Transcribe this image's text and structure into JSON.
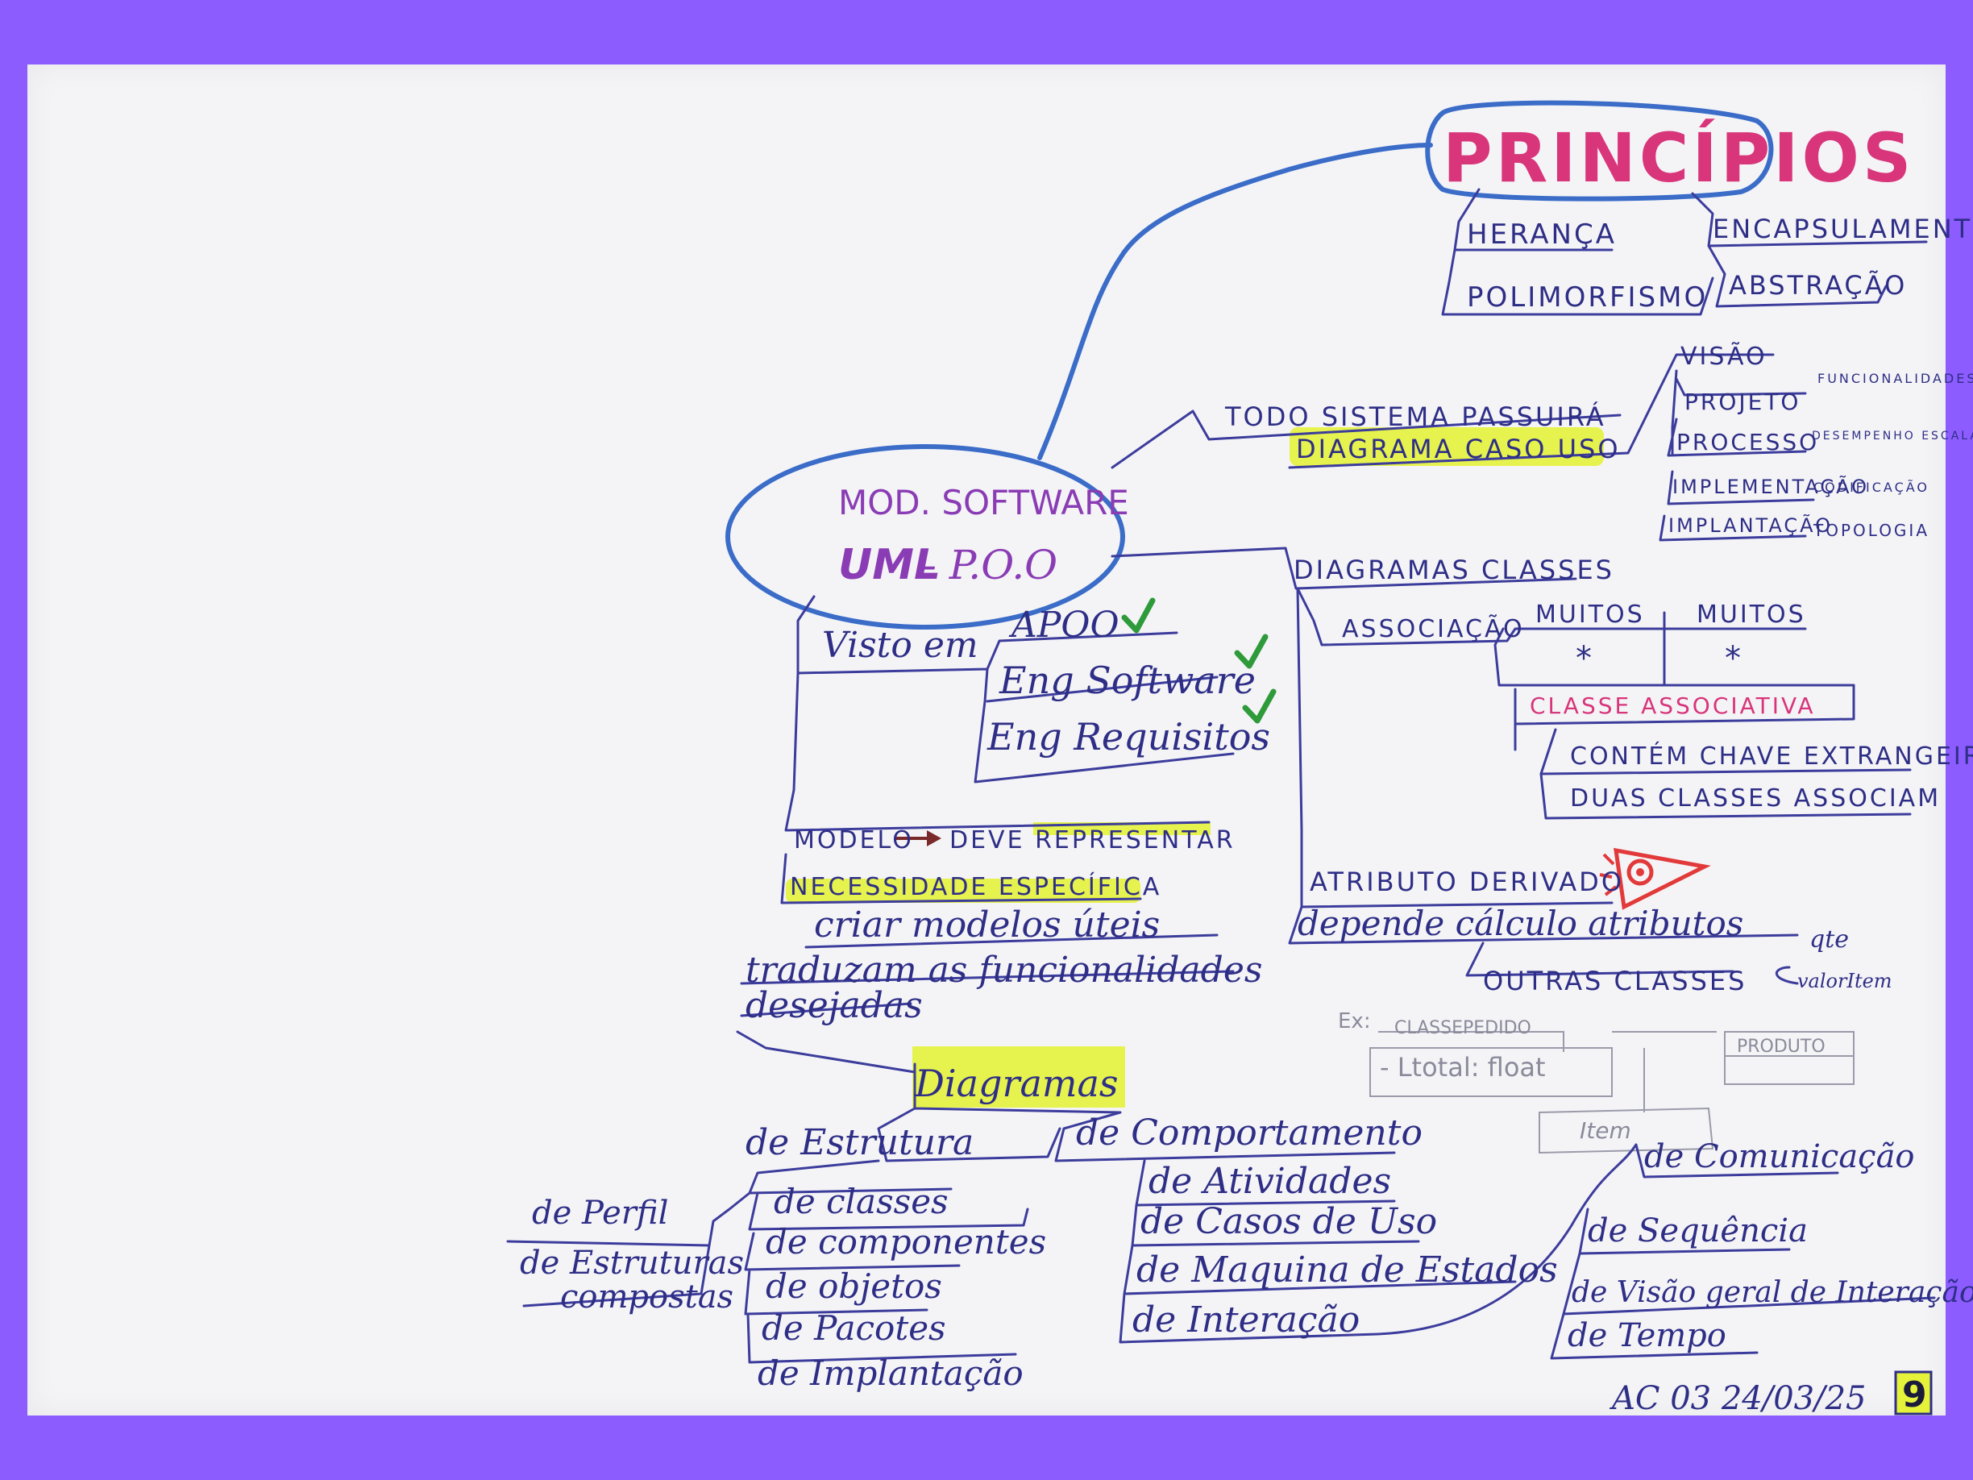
{
  "principios": {
    "title": "PRINCÍPIOS",
    "items": [
      "HERANÇA",
      "ENCAPSULAMENTO",
      "POLIMORFISMO",
      "ABSTRAÇÃO"
    ]
  },
  "center": {
    "line1": "MOD. SOFTWARE",
    "line2a": "UML",
    "line2b": "- P.O.O"
  },
  "todo": {
    "line1": "TODO SISTEMA PASSUIRÁ",
    "line2": "DIAGRAMA CASO USO",
    "views": [
      {
        "label": "VISÃO",
        "note": ""
      },
      {
        "label": "PROJETO",
        "note": "FUNCIONALIDADES"
      },
      {
        "label": "PROCESSO",
        "note": "DESEMPENHO ESCALABILIDADE"
      },
      {
        "label": "IMPLEMENTAÇÃO",
        "note": "CODIFICAÇÃO"
      },
      {
        "label": "IMPLANTAÇÃO",
        "note": "TOPOLOGIA"
      }
    ]
  },
  "visto": {
    "label": "Visto em",
    "items": [
      "APOO",
      "Eng Software",
      "Eng Requisitos"
    ]
  },
  "modelo": {
    "line1a": "MODELO",
    "line1b": "DEVE REPRESENTAR",
    "line2": "NECESSIDADE ESPECÍFICA",
    "line3": "criar modelos úteis",
    "line4": "traduzam as funcionalidades",
    "line5": "desejadas"
  },
  "classes": {
    "title": "DIAGRAMAS CLASSES",
    "assoc": "ASSOCIAÇÃO",
    "many1": "MUITOS",
    "many2": "MUITOS",
    "star1": "*",
    "star2": "*",
    "assoc_class": "CLASSE ASSOCIATIVA",
    "contem": "CONTÉM CHAVE EXTRANGEIRA",
    "duas": "DUAS CLASSES ASSOCIAM",
    "atributo": "ATRIBUTO DERIVADO",
    "depende": "depende cálculo atributos",
    "outras": "OUTRAS CLASSES",
    "qte": "qte",
    "valor": "valorItem",
    "ex": "Ex:",
    "classe_pedido": "CLASSEPEDIDO",
    "total": "- Ltotal: float",
    "produto": "PRODUTO",
    "item": "Item"
  },
  "diagramas": {
    "label": "Diagramas",
    "estrutura": {
      "label": "de Estrutura",
      "perfil": "de Perfil",
      "estruturas": [
        "de Estruturas",
        "compostas"
      ],
      "items": [
        "de classes",
        "de componentes",
        "de objetos",
        "de Pacotes",
        "de Implantação"
      ]
    },
    "comportamento": {
      "label": "de Comportamento",
      "items": [
        "de Atividades",
        "de Casos de Uso",
        "de Maquina de Estados",
        "de Interação"
      ]
    },
    "comunicacao": {
      "label": "de Comunicação",
      "items": [
        "de Sequência",
        "de Visão geral de Interação",
        "de Tempo"
      ]
    }
  },
  "footer": {
    "ref": "AC 03 24/03/25",
    "page": "9"
  },
  "colors": {
    "background": "#8c5cff",
    "paper": "#f4f4f7",
    "ink": "#2e2e86",
    "highlight": "#e4f23a",
    "cloud": "#3a6cc8",
    "check": "#2e9a3a"
  }
}
